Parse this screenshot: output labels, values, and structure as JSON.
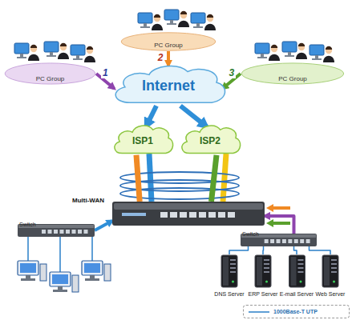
{
  "diagram": {
    "nodes": [
      {
        "text": [
          "PC Group"
        ]
      },
      {
        "text": [
          "PC Group"
        ]
      },
      {
        "text": [
          "PC Group"
        ]
      },
      {
        "text": [
          "Internet"
        ]
      },
      {
        "text": [
          "ISP1"
        ]
      },
      {
        "text": [
          "ISP2"
        ]
      },
      {
        "text": [
          "Multi-WAN"
        ]
      },
      {
        "text": [
          "Switch"
        ]
      },
      {
        "text": [
          "Switch"
        ]
      },
      {
        "text": [
          "DNS Server"
        ]
      },
      {
        "text": [
          "ERP Server"
        ]
      },
      {
        "text": [
          "E-mail Server"
        ]
      },
      {
        "text": [
          "Web Server"
        ]
      }
    ],
    "edges": [
      {
        "from": 0,
        "to": 3,
        "label": "2",
        "arrow": "to"
      },
      {
        "from": 1,
        "to": 3,
        "label": "1",
        "arrow": "to"
      },
      {
        "from": 2,
        "to": 3,
        "label": "3",
        "arrow": "to"
      },
      {
        "from": 3,
        "to": 4,
        "arrow": "to"
      },
      {
        "from": 3,
        "to": 5,
        "arrow": "to"
      },
      {
        "from": 4,
        "to": 6,
        "arrow": "none"
      },
      {
        "from": 5,
        "to": 6,
        "arrow": "none"
      },
      {
        "from": 7,
        "to": 6,
        "arrow": "to"
      },
      {
        "from": 8,
        "to": 6,
        "arrow": "to"
      },
      {
        "from": 8,
        "to": 9,
        "arrow": "none"
      },
      {
        "from": 8,
        "to": 10,
        "arrow": "none"
      },
      {
        "from": 8,
        "to": 11,
        "arrow": "none"
      },
      {
        "from": 8,
        "to": 12,
        "arrow": "none"
      }
    ],
    "legend": [
      {
        "text": "1000Base-T UTP"
      }
    ]
  }
}
